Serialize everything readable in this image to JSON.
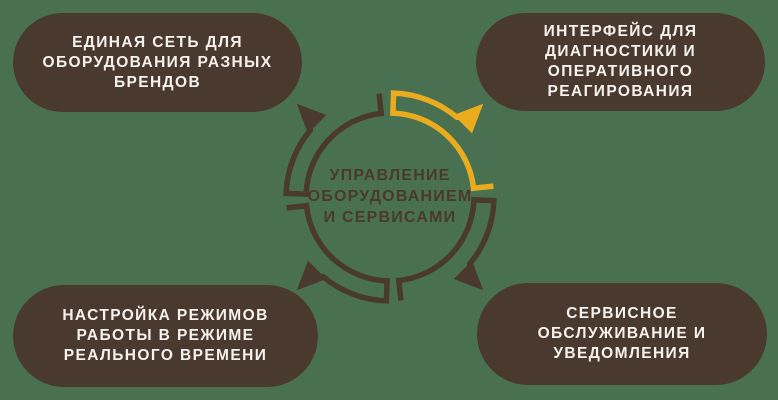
{
  "colors": {
    "background": "#4A7052",
    "pill_brown": "#4A392E",
    "accent_yellow": "#EAAC1C",
    "pill_text": "#F6F3EF",
    "center_text": "#4A392E"
  },
  "center": {
    "label": "УПРАВЛЕНИЕ\nОБОРУДОВАНИЕМ\nИ СЕРВИСАМИ"
  },
  "pills": {
    "top_left": {
      "label": "ЕДИНАЯ СЕТЬ ДЛЯ\nОБОРУДОВАНИЯ РАЗНЫХ\nБРЕНДОВ"
    },
    "top_right": {
      "label": "ИНТЕРФЕЙС ДЛЯ\nДИАГНОСТИКИ И\nОПЕРАТИВНОГО\nРЕАГИРОВАНИЯ"
    },
    "bottom_left": {
      "label": "НАСТРОЙКА РЕЖИМОВ\nРАБОТЫ В РЕЖИМЕ\nРЕАЛЬНОГО ВРЕМЕНИ"
    },
    "bottom_right": {
      "label": "СЕРВИСНОЕ\nОБСЛУЖИВАНИЕ И\nУВЕДОМЛЕНИЯ"
    }
  }
}
